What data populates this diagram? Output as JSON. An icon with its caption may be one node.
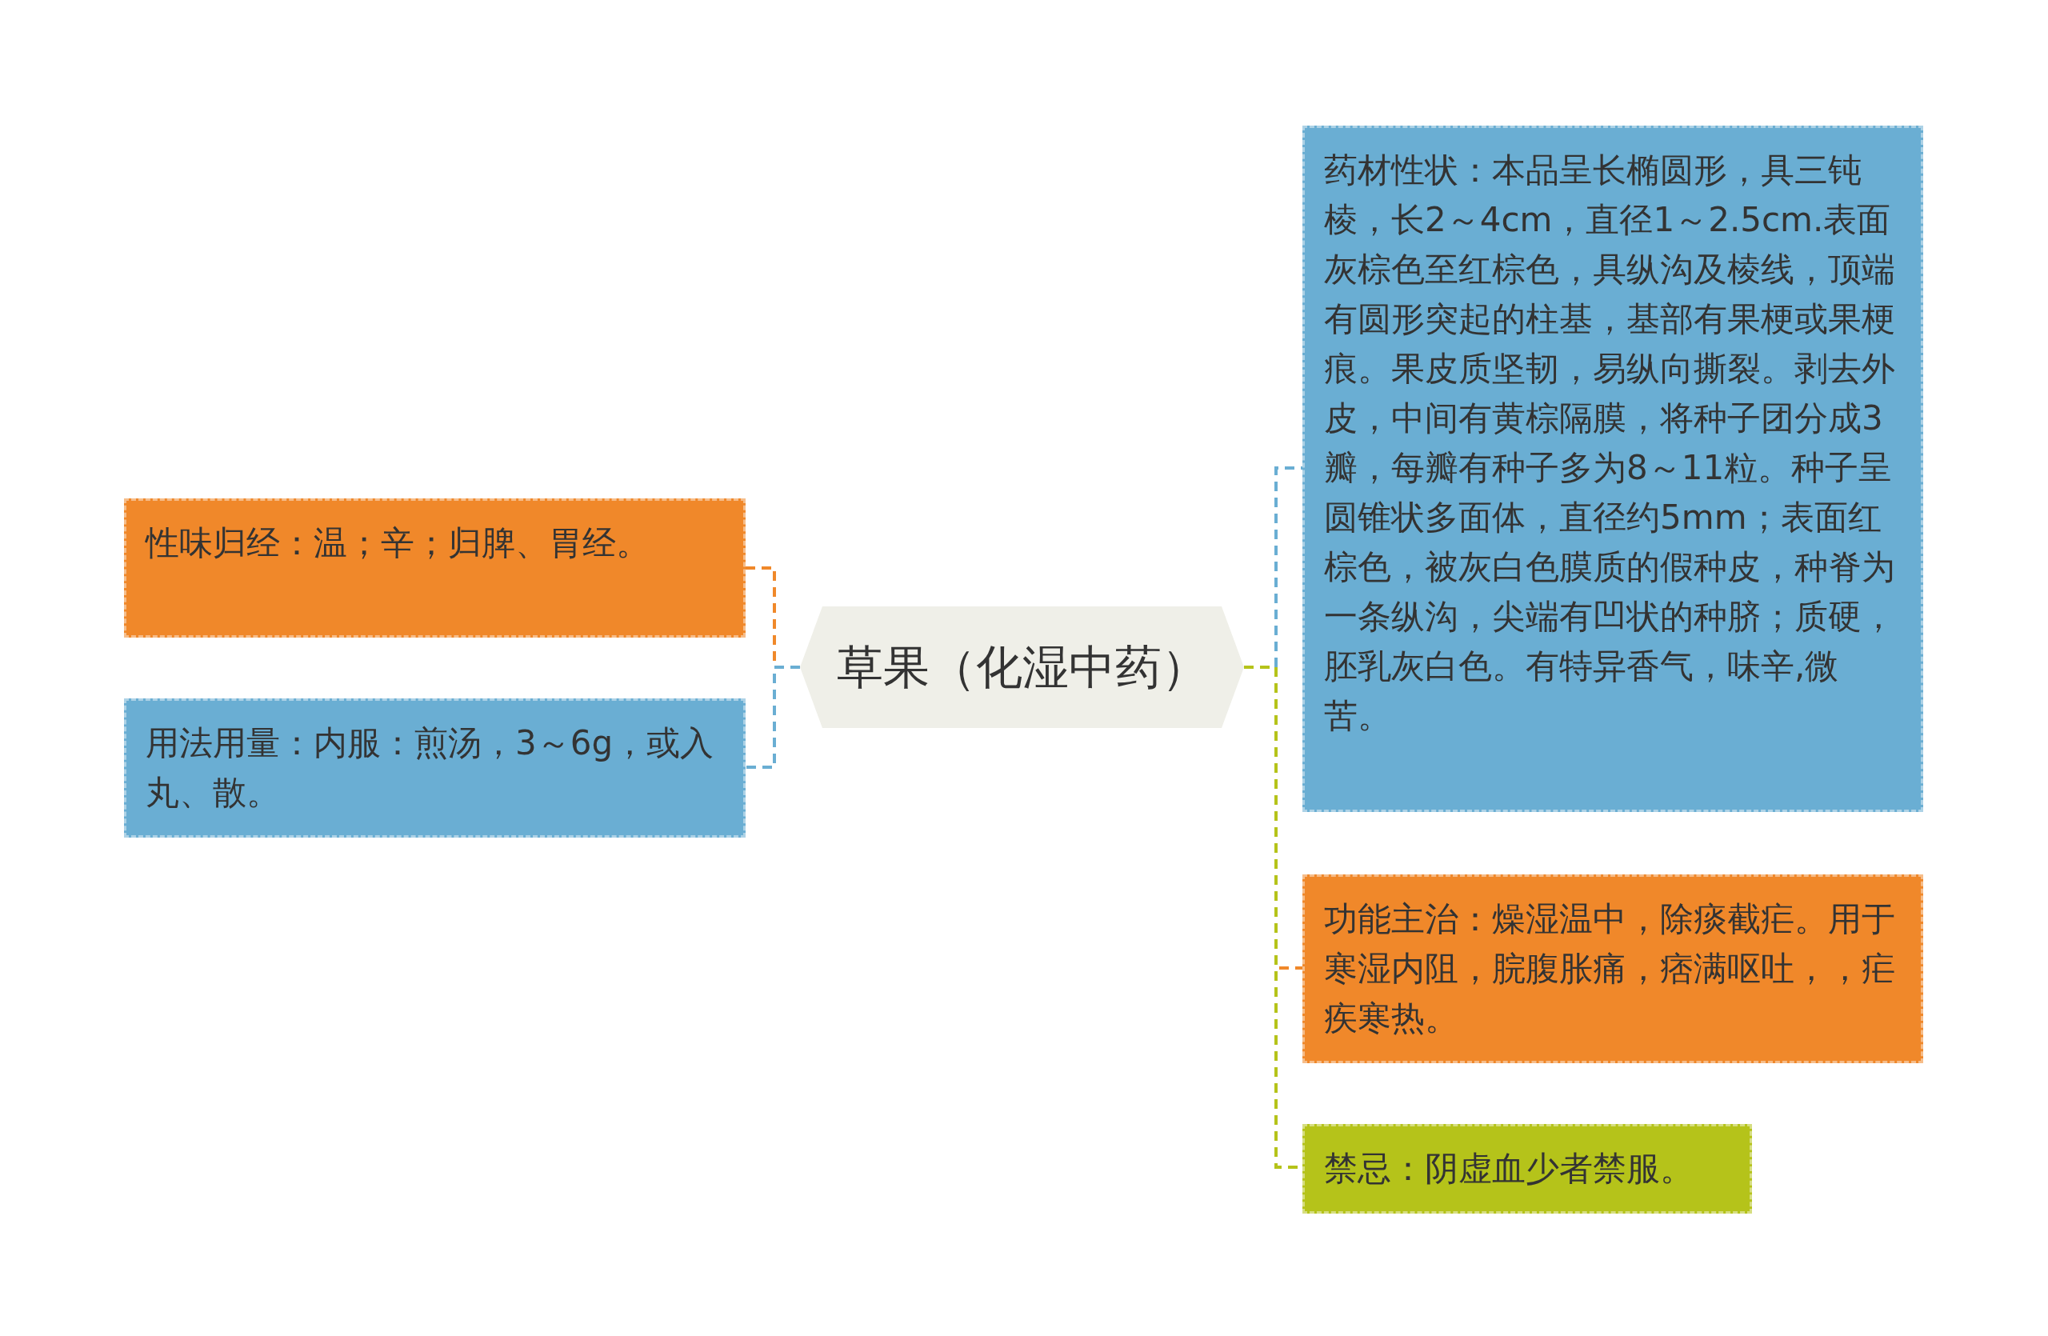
{
  "diagram": {
    "nodes": [
      {
        "text": [
          "草果（化湿中药）"
        ]
      },
      {
        "text": [
          "性味归经：温；辛；归脾、胃经。"
        ]
      },
      {
        "text": [
          "用法用量：内服：煎汤，3～6g，或入丸、散。"
        ]
      },
      {
        "text": [
          "药材性状：本品呈长椭圆形，具三钝棱，长2～4cm，直径1～2.5cm.表面灰棕色至红棕色，具纵沟及棱线，顶端有圆形突起的柱基，基部有果梗或果梗痕。果皮质坚韧，易纵向撕裂。剥去外皮，中间有黄棕隔膜，将种子团分成3瓣，每瓣有种子多为8～11粒。种子呈圆锥状多面体，直径约5mm；表面红棕色，被灰白色膜质的假种皮，种脊为一条纵沟，尖端有凹状的种脐；质硬，胚乳灰白色。有特异香气，味辛,微苦。"
        ]
      },
      {
        "text": [
          "功能主治：燥湿温中，除痰截疟。用于寒湿内阻，脘腹胀痛，痞满呕吐，，疟疾寒热。"
        ]
      },
      {
        "text": [
          "禁忌：阴虚血少者禁服。"
        ]
      }
    ],
    "edges": [
      {
        "from": 0,
        "to": 1,
        "arrow": "none",
        "style": "dashed",
        "color": "#f0882a"
      },
      {
        "from": 0,
        "to": 2,
        "arrow": "none",
        "style": "dashed",
        "color": "#6aaed3"
      },
      {
        "from": 0,
        "to": 3,
        "arrow": "none",
        "style": "dashed",
        "color": "#6aaed3"
      },
      {
        "from": 0,
        "to": 4,
        "arrow": "none",
        "style": "dashed",
        "color": "#f0882a"
      },
      {
        "from": 0,
        "to": 5,
        "arrow": "none",
        "style": "dashed",
        "color": "#b5c31a"
      }
    ]
  }
}
